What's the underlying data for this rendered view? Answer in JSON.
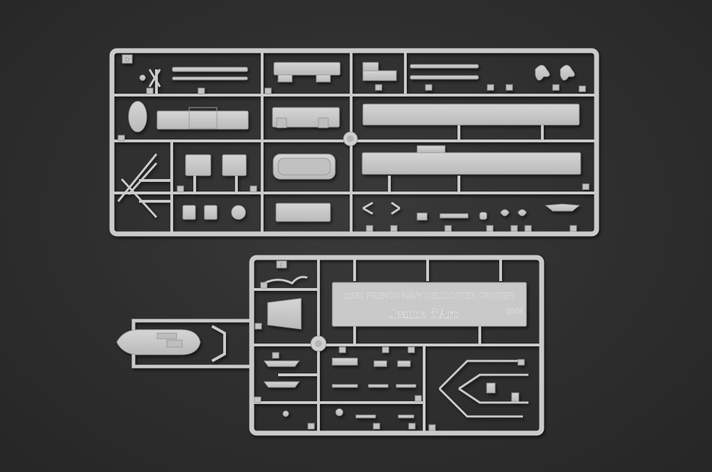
{
  "scene": {
    "background_color": "#303030",
    "plastic_color": "#c7c8c7",
    "plastic_shadow": "#8e8f8e"
  },
  "upper_sprue": {
    "label": "D"
  },
  "lower_sprue": {
    "label": "F",
    "plate": {
      "line1": "1:350 FRENCH NAVY HELICOPTER CRUISER",
      "line2": "Jeanne  d'Arc",
      "year": "2008"
    }
  }
}
